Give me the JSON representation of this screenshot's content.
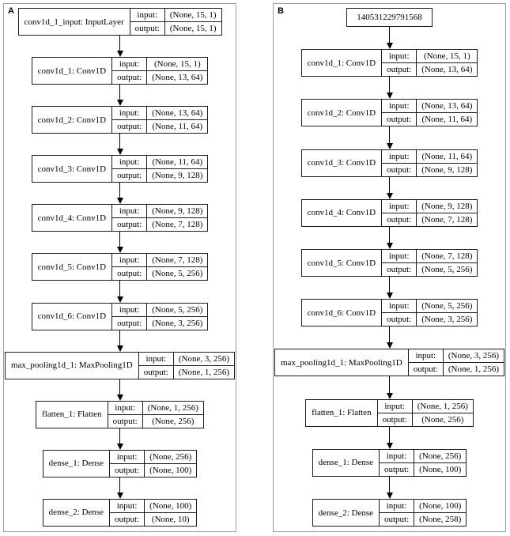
{
  "figure": {
    "io_labels": {
      "input": "input:",
      "output": "output:"
    },
    "colors": {
      "panel_border": "#9c9c9c",
      "node_border": "#1c1c1c",
      "arrow": "#000000",
      "background": "#ffffff",
      "text": "#000000"
    },
    "panels": [
      {
        "label": "A",
        "nodes": [
          {
            "kind": "record",
            "name": "conv1d_1_input: InputLayer",
            "in": "(None, 15, 1)",
            "out": "(None, 15, 1)"
          },
          {
            "kind": "record",
            "name": "conv1d_1: Conv1D",
            "in": "(None, 15, 1)",
            "out": "(None, 13, 64)"
          },
          {
            "kind": "record",
            "name": "conv1d_2: Conv1D",
            "in": "(None, 13, 64)",
            "out": "(None, 11, 64)"
          },
          {
            "kind": "record",
            "name": "conv1d_3: Conv1D",
            "in": "(None, 11, 64)",
            "out": "(None, 9, 128)"
          },
          {
            "kind": "record",
            "name": "conv1d_4: Conv1D",
            "in": "(None, 9, 128)",
            "out": "(None, 7, 128)"
          },
          {
            "kind": "record",
            "name": "conv1d_5: Conv1D",
            "in": "(None, 7, 128)",
            "out": "(None, 5, 256)"
          },
          {
            "kind": "record",
            "name": "conv1d_6: Conv1D",
            "in": "(None, 5, 256)",
            "out": "(None, 3, 256)"
          },
          {
            "kind": "record",
            "name": "max_pooling1d_1: MaxPooling1D",
            "in": "(None, 3, 256)",
            "out": "(None, 1, 256)"
          },
          {
            "kind": "record",
            "name": "flatten_1: Flatten",
            "in": "(None, 1, 256)",
            "out": "(None, 256)"
          },
          {
            "kind": "record",
            "name": "dense_1: Dense",
            "in": "(None, 256)",
            "out": "(None, 100)"
          },
          {
            "kind": "record",
            "name": "dense_2: Dense",
            "in": "(None, 100)",
            "out": "(None, 10)"
          }
        ]
      },
      {
        "label": "B",
        "nodes": [
          {
            "kind": "plain",
            "name": "140531229791568"
          },
          {
            "kind": "record",
            "name": "conv1d_1: Conv1D",
            "in": "(None, 15, 1)",
            "out": "(None, 13, 64)"
          },
          {
            "kind": "record",
            "name": "conv1d_2: Conv1D",
            "in": "(None, 13, 64)",
            "out": "(None, 11, 64)"
          },
          {
            "kind": "record",
            "name": "conv1d_3: Conv1D",
            "in": "(None, 11, 64)",
            "out": "(None, 9, 128)"
          },
          {
            "kind": "record",
            "name": "conv1d_4: Conv1D",
            "in": "(None, 9, 128)",
            "out": "(None, 7, 128)"
          },
          {
            "kind": "record",
            "name": "conv1d_5: Conv1D",
            "in": "(None, 7, 128)",
            "out": "(None, 5, 256)"
          },
          {
            "kind": "record",
            "name": "conv1d_6: Conv1D",
            "in": "(None, 5, 256)",
            "out": "(None, 3, 256)"
          },
          {
            "kind": "record",
            "name": "max_pooling1d_1: MaxPooling1D",
            "in": "(None, 3, 256)",
            "out": "(None, 1, 256)"
          },
          {
            "kind": "record",
            "name": "flatten_1: Flatten",
            "in": "(None, 1, 256)",
            "out": "(None, 256)"
          },
          {
            "kind": "record",
            "name": "dense_1: Dense",
            "in": "(None, 256)",
            "out": "(None, 100)"
          },
          {
            "kind": "record",
            "name": "dense_2: Dense",
            "in": "(None, 100)",
            "out": "(None, 258)"
          }
        ]
      }
    ]
  }
}
